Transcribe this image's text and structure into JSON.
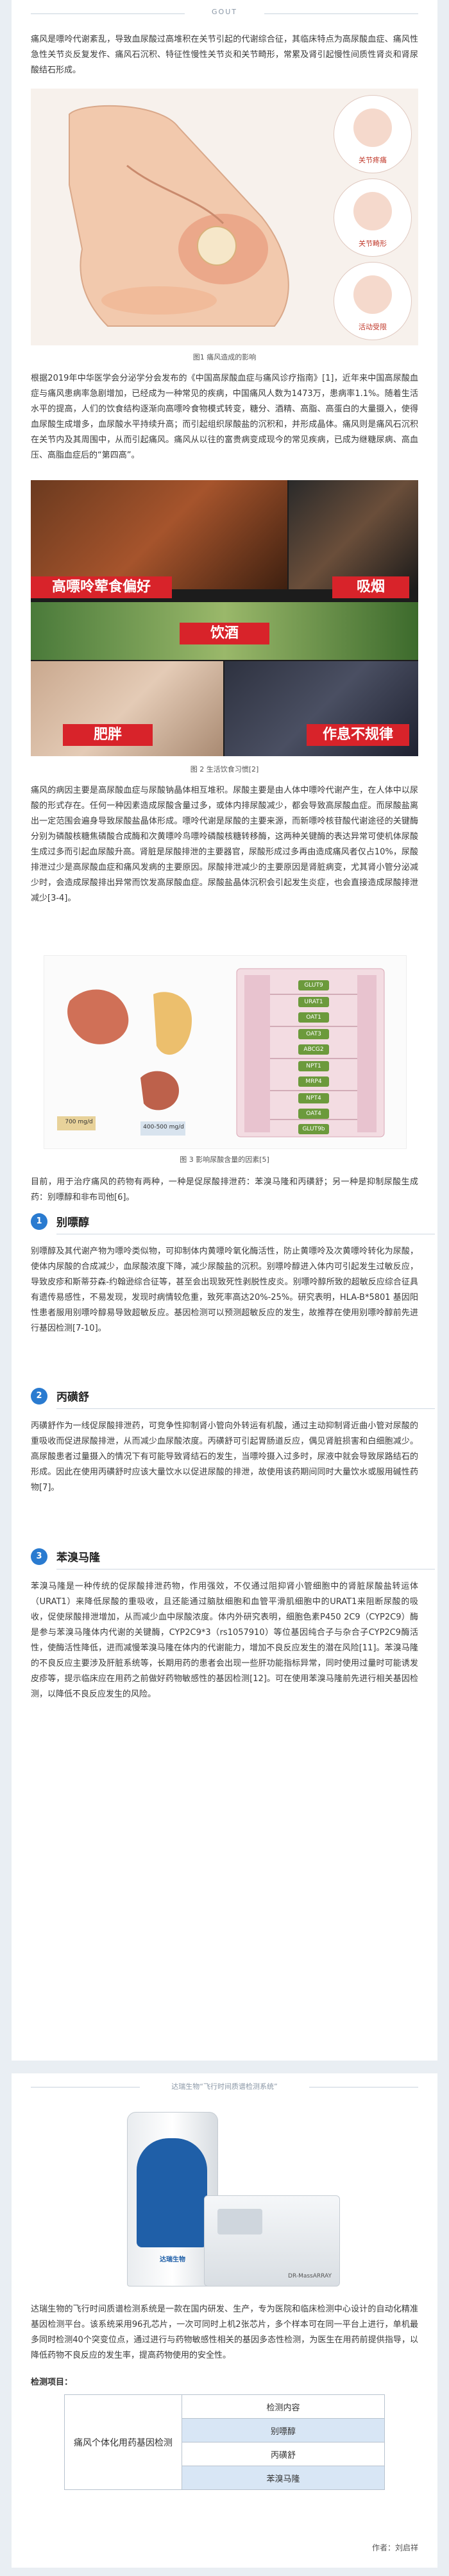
{
  "header": {
    "title": "GOUT"
  },
  "intro": "痛风是嘌呤代谢紊乱，导致血尿酸过高堆积在关节引起的代谢综合征，其临床特点为高尿酸血症、痛风性急性关节炎反复发作、痛风石沉积、特征性慢性关节炎和关节畸形，常累及肾引起慢性间质性肾炎和肾尿酸结石形成。",
  "figure1": {
    "labels": [
      "关节疼痛",
      "关节畸形",
      "活动受限"
    ],
    "caption": "图1 痛风造成的影响"
  },
  "para2": "根据2019年中华医学会分泌学分会发布的《中国高尿酸血症与痛风诊疗指南》[1]，近年来中国高尿酸血症与痛风患病率急剧增加，已经成为一种常见的疾病，中国痛风人数为1473万，患病率1.1%。随着生活水平的提高，人们的饮食结构逐渐向高嘌呤食物模式转变，糖分、酒精、高脂、高蛋白的大量摄入，使得血尿酸生成增多，血尿酸水平持续升高；而引起组织尿酸盐的沉积和，并形成晶体。痛风则是痛风石沉积在关节内及其周围中，从而引起痛风。痛风从以往的富贵病变成现今的常见疾病，已成为继糖尿病、高血压、高脂血症后的“第四高”。",
  "figure2": {
    "labels": [
      "高嘌呤荤食偏好",
      "吸烟",
      "饮酒",
      "肥胖",
      "作息不规律"
    ],
    "caption": "图 2 生活饮食习惯[2]"
  },
  "para3": "痛风的病因主要是高尿酸血症与尿酸钠晶体相互堆积。尿酸主要是由人体中嘌呤代谢产生，在人体中以尿酸的形式存在。任何一种因素造成尿酸含量过多，或体内排尿酸减少，都会导致高尿酸血症。而尿酸盐离出一定范围会遍身导致尿酸盐晶体形成。嘌呤代谢是尿酸的主要来源，而新嘌呤核苷酸代谢途径的关键酶分别为磷酸核糖焦磷酸合成酶和次黄嘌呤鸟嘌呤磷酸核糖转移酶，这两种关键酶的表达异常可使机体尿酸生成过多而引起血尿酸升高。肾脏是尿酸排泄的主要器官，尿酸形成过多再由造成痛风者仅占10%，尿酸排泄过少是高尿酸血症和痛风发病的主要原因。尿酸排泄减少的主要原因是肾脏病变，尤其肾小管分泌减少时，会造成尿酸排出异常而饮发高尿酸血症。尿酸盐晶体沉积会引起发生炎症，也会直接造成尿酸排泄减少[3-4]。",
  "figure3": {
    "caption": "图 3 影响尿酸含量的因素[5]",
    "tags": [
      "GLUT9",
      "URAT1",
      "OAT1",
      "OAT3",
      "ABCG2",
      "NPT1",
      "MRP4",
      "NPT4",
      "OAT4",
      "GLUT9b"
    ],
    "left_note": "700 mg/d",
    "bottom_note": "400-500 mg/d"
  },
  "para4": "目前，用于治疗痛风的药物有两种，一种是促尿酸排泄药：苯溴马隆和丙磺舒；另一种是抑制尿酸生成药：别嘌醇和非布司他[6]。",
  "sections": [
    {
      "num": "1",
      "title": "别嘌醇",
      "body": "别嘌醇及其代谢产物为嘌呤类似物，可抑制体内黄嘌呤氧化酶活性，防止黄嘌呤及次黄嘌呤转化为尿酸，使体内尿酸的合成减少，血尿酸浓度下降，减少尿酸盐的沉积。别嘌呤醇进入体内可引起发生过敏反应，导致皮疹和斯蒂芬森-约翰逊综合征等，甚至会出现致死性剥脱性皮炎。别嘌呤醇所致的超敏反应综合征具有遗传易感性，不易发现，发现时病情较危重，致死率高达20%-25%。研究表明，HLA-B*5801 基因阳性患者服用别嘌呤醇易导致超敏反应。基因检测可以预测超敏反应的发生，故推荐在使用别嘌呤醇前先进行基因检测[7-10]。"
    },
    {
      "num": "2",
      "title": "丙磺舒",
      "body": "丙磺舒作为一线促尿酸排泄药，可竞争性抑制肾小管向外转运有机酸，通过主动抑制肾近曲小管对尿酸的重吸收而促进尿酸排泄，从而减少血尿酸浓度。丙磺舒可引起胃肠道反应，偶见肾脏损害和白细胞减少。高尿酸患者过量摄入的情况下有可能导致肾结石的发生，当嘌呤摄入过多时，尿液中就会导致尿路结石的形成。因此在使用丙磺舒时应该大量饮水以促进尿酸的排泄，故使用该药期间同时大量饮水或服用碱性药物[7]。"
    },
    {
      "num": "3",
      "title": "苯溴马隆",
      "body": "苯溴马隆是一种传统的促尿酸排泄药物，作用强效，不仅通过阻抑肾小管细胞中的肾脏尿酸盐转运体（URAT1）来降低尿酸的重吸收，且还能通过脑肽细胞和血管平滑肌细胞中的URAT1来阻断尿酸的吸收，促使尿酸排泄增加，从而减少血中尿酸浓度。体内外研究表明，细胞色素P450 2C9（CYP2C9）酶是参与苯溴马隆体内代谢的关键酶，CYP2C9*3（rs1057910）等位基因纯合子与杂合子CYP2C9酶活性，使酶活性降低，进而减慢苯溴马隆在体内的代谢能力，增加不良反应发生的潜在风险[11]。苯溴马隆的不良反应主要涉及肝脏系统等，长期用药的患者会出现一些肝功能指标异常，同时使用过量时可能诱发皮疹等，提示临床应在用药之前做好药物敏感性的基因检测[12]。可在使用苯溴马隆前先进行相关基因检测，以降低不良反应发生的风险。"
    }
  ],
  "footer_card": {
    "title": "达瑞生物“飞行时间质谱检测系统”",
    "device_brand": "达瑞生物",
    "device_model": "DR-MassARRAY",
    "para": "达瑞生物的飞行时间质谱检测系统是一款在国内研发、生产，专为医院和临床检测中心设计的自动化精准基因检测平台。该系统采用96孔芯片，一次可同时上机2张芯片，多个样本可在同一平台上进行，单机最多同时检测40个突变位点，通过进行与药物敏感性相关的基因多态性检测，为医生在用药前提供指导，以降低药物不良反应的发生率，提高药物使用的安全性。",
    "table_title": "检测项目：",
    "table": {
      "left_label": "痛风个体化用药基因检测",
      "header": "检测内容",
      "items": [
        "别嘌醇",
        "丙磺舒",
        "苯溴马隆"
      ]
    },
    "author": "作者：刘启祥"
  }
}
